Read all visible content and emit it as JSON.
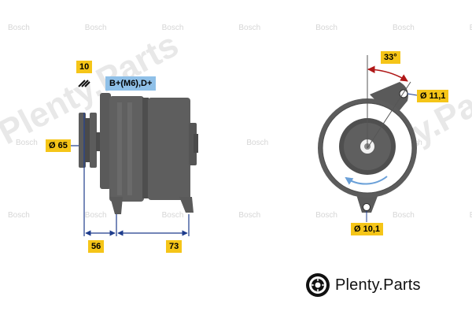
{
  "labels": {
    "callout_10": "10",
    "terminals": "B+(M6),D+",
    "pulley_diameter": "Ø 65",
    "width_56": "56",
    "width_73": "73",
    "angle": "33°",
    "upper_hole": "Ø 11,1",
    "lower_hole": "Ø 10,1"
  },
  "watermark": {
    "brand": "Bosch",
    "site": "Plenty.Parts"
  },
  "branding": {
    "name": "Plenty",
    "suffix": ".Parts"
  },
  "colors": {
    "label_bg": "#f5c518",
    "terminal_bg": "#8fc0e8",
    "housing": "#595959",
    "dimension_line": "#1e3c8c",
    "angle_arc": "#b01818",
    "rotation_arrow": "#6aa0d8"
  },
  "icons": {
    "rotation": "rotation-arrow-icon",
    "brand": "brake-disc-icon",
    "hatch": "hatch-icon"
  }
}
